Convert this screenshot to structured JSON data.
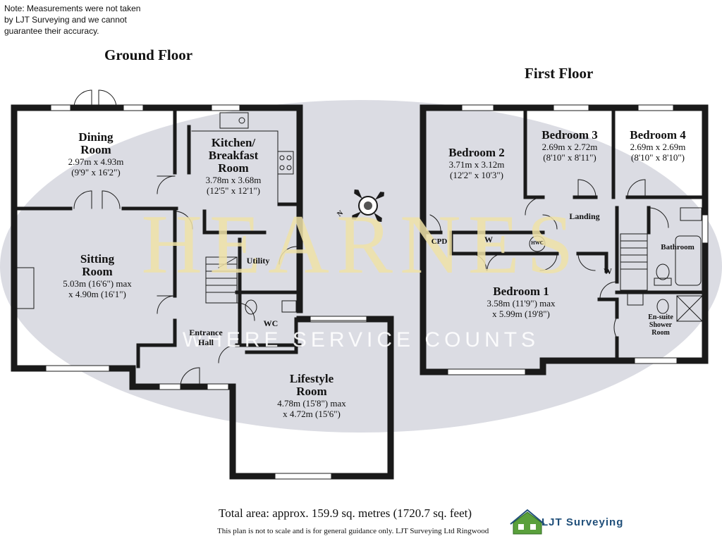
{
  "note": {
    "line1": "Note: Measurements were not taken",
    "line2": "by LJT Surveying and we cannot",
    "line3": "guarantee their accuracy."
  },
  "ground_floor": {
    "title": "Ground Floor",
    "rooms": {
      "dining": {
        "name1": "Dining",
        "name2": "Room",
        "dim1": "2.97m x 4.93m",
        "dim2": "(9'9\" x 16'2\")"
      },
      "kitchen": {
        "name1": "Kitchen/",
        "name2": "Breakfast",
        "name3": "Room",
        "dim1": "3.78m x 3.68m",
        "dim2": "(12'5\" x 12'1\")"
      },
      "sitting": {
        "name1": "Sitting",
        "name2": "Room",
        "dim1": "5.03m (16'6\") max",
        "dim2": "x 4.90m (16'1\")"
      },
      "lifestyle": {
        "name1": "Lifestyle",
        "name2": "Room",
        "dim1": "4.78m (15'8\") max",
        "dim2": "x 4.72m (15'6\")"
      }
    },
    "labels": {
      "utility": "Utility",
      "entrance1": "Entrance",
      "entrance2": "Hall",
      "wc": "WC"
    }
  },
  "first_floor": {
    "title": "First Floor",
    "rooms": {
      "bed2": {
        "name": "Bedroom 2",
        "dim1": "3.71m x 3.12m",
        "dim2": "(12'2\" x 10'3\")"
      },
      "bed3": {
        "name": "Bedroom 3",
        "dim1": "2.69m x 2.72m",
        "dim2": "(8'10\" x 8'11\")"
      },
      "bed4": {
        "name": "Bedroom 4",
        "dim1": "2.69m x 2.69m",
        "dim2": "(8'10\" x 8'10\")"
      },
      "bed1": {
        "name": "Bedroom 1",
        "dim1": "3.58m (11'9\") max",
        "dim2": "x 5.99m (19'8\")"
      }
    },
    "labels": {
      "landing": "Landing",
      "cpd": "CPD",
      "w1": "W",
      "w2": "W",
      "hwc": "HWC",
      "bathroom": "Bathroom",
      "ensuite1": "En-suite",
      "ensuite2": "Shower",
      "ensuite3": "Room"
    }
  },
  "watermark": {
    "main": "HEARNES",
    "sub": "WHERE SERVICE COUNTS"
  },
  "compass": {
    "label": "N"
  },
  "footer": {
    "total_area": "Total area: approx. 159.9 sq. metres (1720.7 sq. feet)",
    "disclaimer": "This plan is not to scale and is for general guidance only. LJT Surveying Ltd Ringwood",
    "brand": "LJT Surveying"
  },
  "colors": {
    "wall": "#1a1a1a",
    "watermark_oval": "#cfcfd8",
    "watermark_text": "#efe2a8",
    "brand": "#1f4e79",
    "logo_green": "#5aa03c"
  }
}
